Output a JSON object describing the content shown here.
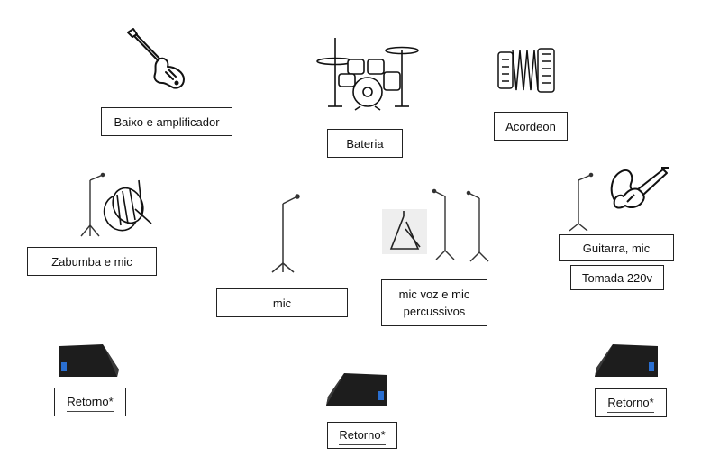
{
  "labels": {
    "baixo": "Baixo e amplificador",
    "bateria": "Bateria",
    "acordeon": "Acordeon",
    "zabumba": "Zabumba e mic",
    "mic_center": "mic",
    "mic_voz": "mic voz e  mic percussivos",
    "guitarra": "Guitarra, mic",
    "tomada": "Tomada 220v",
    "retorno_left": "Retorno*",
    "retorno_center": "Retorno*",
    "retorno_right": "Retorno*"
  },
  "icons": {
    "bass": "bass-guitar-icon",
    "drums": "drum-kit-icon",
    "accordion": "accordion-icon",
    "mic_stand": "mic-stand-icon",
    "zabumba": "zabumba-drum-icon",
    "triangle": "triangle-icon",
    "guitar": "electric-guitar-icon",
    "monitor": "stage-monitor-icon"
  }
}
